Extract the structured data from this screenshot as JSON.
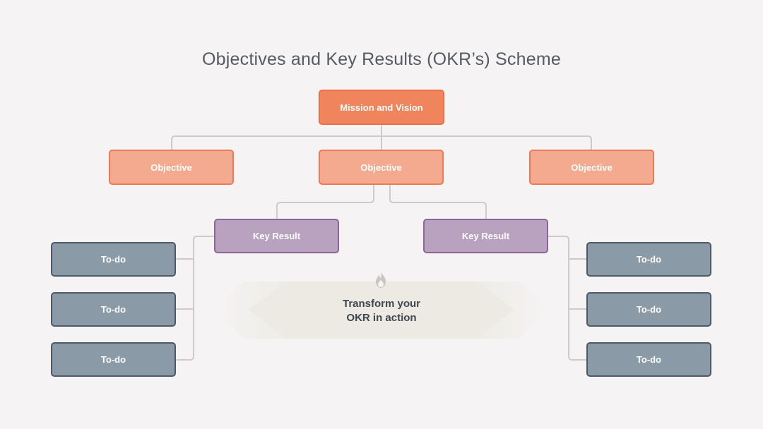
{
  "title": "Objectives and Key Results (OKR’s) Scheme",
  "mission": "Mission and Vision",
  "objectives": [
    "Objective",
    "Objective",
    "Objective"
  ],
  "key_results": [
    "Key Result",
    "Key Result"
  ],
  "todos_left": [
    "To-do",
    "To-do",
    "To-do"
  ],
  "todos_right": [
    "To-do",
    "To-do",
    "To-do"
  ],
  "center": {
    "line1": "Transform your",
    "line2": "OKR in action",
    "icon": "flame-icon"
  },
  "colors": {
    "mission": "#f0845d",
    "objective": "#f3aa8f",
    "key_result": "#b9a2bf",
    "todo": "#8a9aa7",
    "connector": "#c9c9c9"
  }
}
